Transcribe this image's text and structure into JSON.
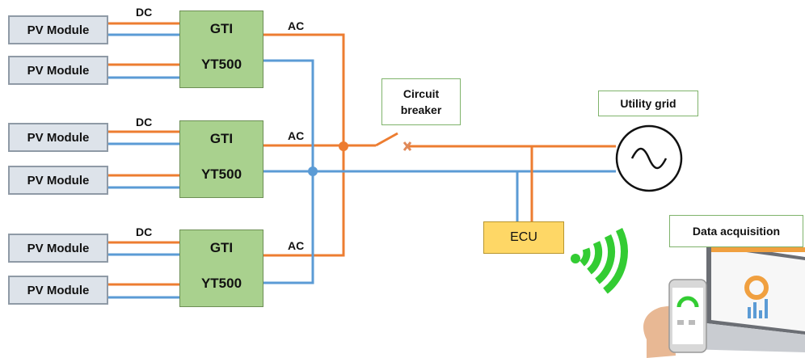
{
  "pv_modules": [
    {
      "label": "PV Module"
    },
    {
      "label": "PV Module"
    },
    {
      "label": "PV Module"
    },
    {
      "label": "PV Module"
    },
    {
      "label": "PV Module"
    },
    {
      "label": "PV Module"
    }
  ],
  "inverters": [
    {
      "line1": "GTI",
      "line2": "YT500",
      "dc_label": "DC",
      "ac_label": "AC"
    },
    {
      "line1": "GTI",
      "line2": "YT500",
      "dc_label": "DC",
      "ac_label": "AC"
    },
    {
      "line1": "GTI",
      "line2": "YT500",
      "dc_label": "DC",
      "ac_label": "AC"
    }
  ],
  "circuit_breaker": {
    "label": "Circuit breaker"
  },
  "utility_grid": {
    "label": "Utility grid"
  },
  "ecu": {
    "label": "ECU"
  },
  "data_acquisition": {
    "label": "Data acquisition"
  },
  "colors": {
    "ac_line": "#ed7d31",
    "dc_line": "#5b9bd5",
    "gti_fill": "#a9d18e",
    "ecu_fill": "#fed766",
    "pv_fill": "#dde3ea",
    "wifi": "#33cc33"
  },
  "icons": [
    "ac-source-icon",
    "wifi-signal-icon",
    "laptop-icon",
    "smartphone-icon",
    "breaker-x-icon"
  ]
}
